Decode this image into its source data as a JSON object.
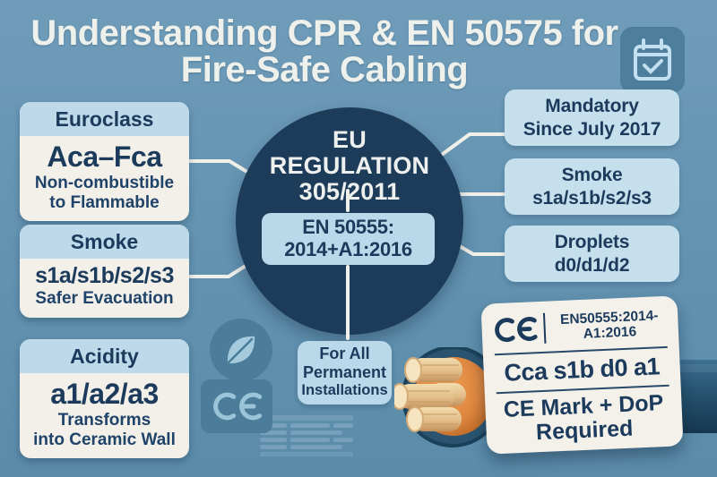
{
  "title": {
    "line1": "Understanding CPR & EN 50575 for",
    "line2": "Fire-Safe Cabling"
  },
  "left_cards": [
    {
      "header": "Euroclass",
      "value": "Aca–Fca",
      "caption_line1": "Non-combustible",
      "caption_line2": "to Flammable"
    },
    {
      "header": "Smoke",
      "value": "s1a/s1b/s2/s3",
      "caption_line1": "Safer Evacuation",
      "caption_line2": ""
    },
    {
      "header": "Acidity",
      "value": "a1/a2/a3",
      "caption_line1": "Transforms",
      "caption_line2": "into Ceramic Wall"
    }
  ],
  "hub": {
    "line1": "EU",
    "line2": "REGULATION",
    "line3": "305/2011",
    "standard_line1": "EN 50555:",
    "standard_line2": "2014+A1:2016",
    "note_line1": "For All",
    "note_line2": "Permanent",
    "note_line3": "Installations"
  },
  "right_cards": [
    {
      "line1": "Mandatory",
      "line2": "Since July 2017"
    },
    {
      "line1": "Smoke",
      "line2": "s1a/s1b/s2/s3"
    },
    {
      "line1": "Droplets",
      "line2": "d0/d1/d2"
    }
  ],
  "label_card": {
    "ce_mark": "CE",
    "standard_line1": "EN50555:2014-",
    "standard_line2": "A1:2016",
    "classification": "Cca s1b d0 a1",
    "requirement_line1": "CE Mark + DoP",
    "requirement_line2": "Required"
  },
  "badges": {
    "ce_text": "CE",
    "calendar_icon": "calendar-check-icon",
    "leaf_icon": "leaf-icon",
    "cable_illustration": "cable-cross-section"
  },
  "colors": {
    "background": "#6494b2",
    "hub_navy": "#1d3c59",
    "text_navy": "#1c3b5c",
    "card_cream": "#f2f0e9",
    "card_header_blue": "#bed9ea",
    "panel_blue": "#c6dfed",
    "connector_white": "#f0efe9",
    "badge_blue": "#4b7d9a",
    "cable_orange": "#dd8640",
    "copper_tan": "#e9cf9f"
  }
}
